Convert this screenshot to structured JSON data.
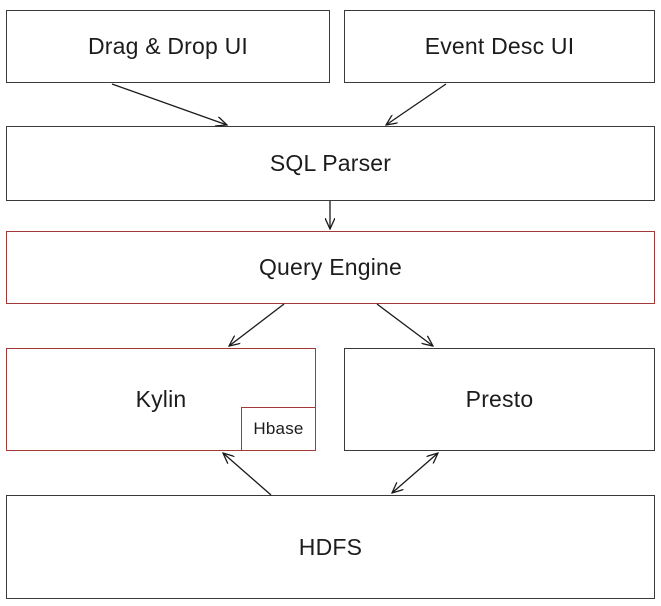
{
  "nodes": {
    "drag_drop_ui": "Drag & Drop UI",
    "event_desc_ui": "Event Desc UI",
    "sql_parser": "SQL Parser",
    "query_engine": "Query Engine",
    "kylin": "Kylin",
    "hbase": "Hbase",
    "presto": "Presto",
    "hdfs": "HDFS"
  },
  "colors": {
    "box_border": "#3a3a3a",
    "highlight_border": "#a23a3a",
    "arrow": "#1a1a1a",
    "text": "#1c1c1c"
  },
  "edges": [
    {
      "from": "drag_drop_ui",
      "to": "sql_parser",
      "direction": "forward"
    },
    {
      "from": "event_desc_ui",
      "to": "sql_parser",
      "direction": "forward"
    },
    {
      "from": "sql_parser",
      "to": "query_engine",
      "direction": "forward"
    },
    {
      "from": "query_engine",
      "to": "kylin",
      "direction": "forward"
    },
    {
      "from": "query_engine",
      "to": "presto",
      "direction": "forward"
    },
    {
      "from": "hdfs",
      "to": "kylin",
      "direction": "forward"
    },
    {
      "from": "hdfs",
      "to": "presto",
      "direction": "both"
    }
  ]
}
